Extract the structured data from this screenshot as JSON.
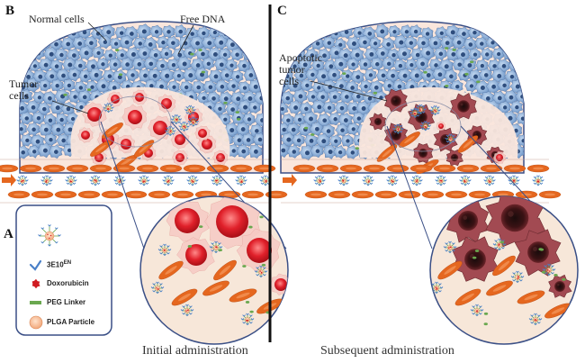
{
  "panels": {
    "a": "A",
    "b": "B",
    "c": "C"
  },
  "labels": {
    "normal_cells": "Normal cells",
    "free_dna": "Free DNA",
    "tumor_cells": "Tumor\ncells",
    "apoptotic": "Apoptotic\ntumor\ncells"
  },
  "legend": {
    "antibody": "3E10",
    "antibody_sup": "EN",
    "doxorubicin": "Doxorubicin",
    "peg": "PEG Linker",
    "plga": "PLGA Particle"
  },
  "captions": {
    "left": "Initial administration",
    "right": "Subsequent administration"
  },
  "colors": {
    "dome_fill": "#fae6dc",
    "dome_stroke": "#3a4f86",
    "normal_cell": "#8fb2dc",
    "tumor_cell": "#d92228",
    "apoptotic_cell": "#a24a52",
    "rbc": "#e5671f",
    "peg": "#6aa84f",
    "legend_border": "#3a4f86"
  }
}
